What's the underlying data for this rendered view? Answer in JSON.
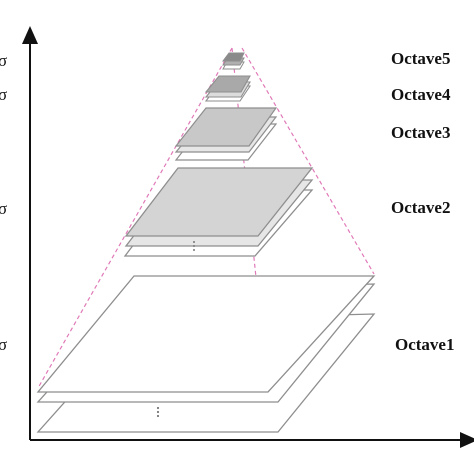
{
  "octaves": [
    {
      "label": "Octave5"
    },
    {
      "label": "Octave4"
    },
    {
      "label": "Octave3"
    },
    {
      "label": "Octave2"
    },
    {
      "label": "Octave1"
    }
  ],
  "left_labels": [
    "σ",
    "σ",
    "σ",
    "σ"
  ],
  "colors": {
    "axis": "#111111",
    "plane_outline": "#8e8e8e",
    "plane_fill_shaded": "#d4d4d4",
    "plane_fill_open": "#ffffff",
    "pyramid_dash": "#e07ab8"
  }
}
